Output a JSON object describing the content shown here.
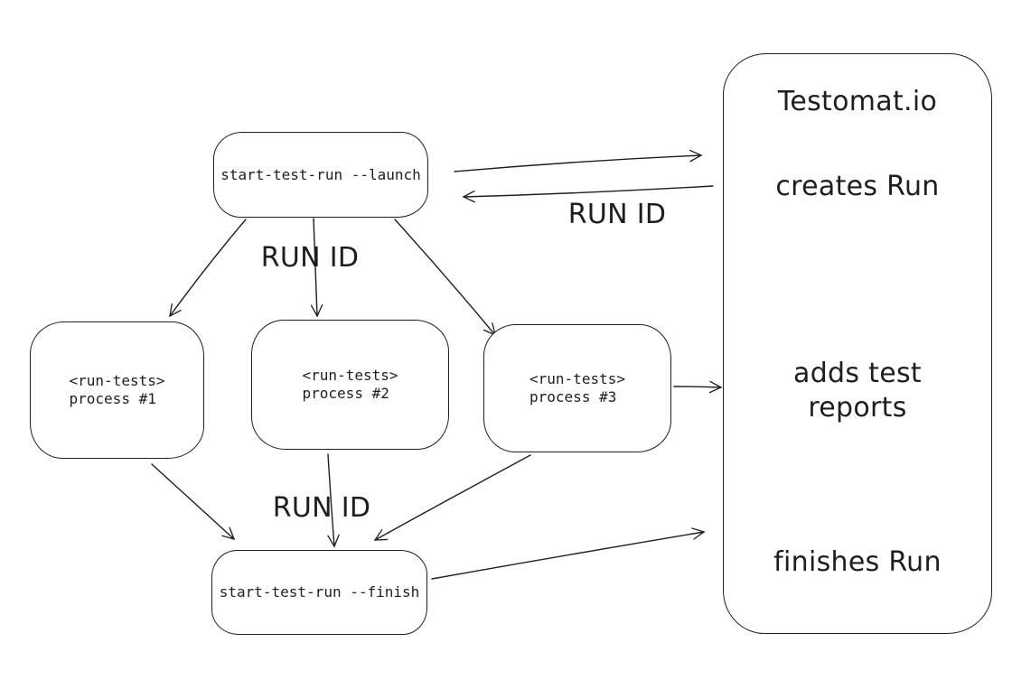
{
  "colors": {
    "background": "#ffffff",
    "stroke": "#1e1e1e"
  },
  "nodes": {
    "launch": {
      "label": "start-test-run --launch"
    },
    "process_1": {
      "label": "<run-tests>\nprocess #1"
    },
    "process_2": {
      "label": "<run-tests>\nprocess #2"
    },
    "process_3": {
      "label": "<run-tests>\nprocess #3"
    },
    "finish": {
      "label": "start-test-run --finish"
    },
    "testomat": {
      "title": "Testomat.io",
      "step_creates": "creates Run",
      "step_adds": "adds test\nreports",
      "step_finishes": "finishes Run"
    }
  },
  "edge_labels": {
    "run_id_api": "RUN ID",
    "run_id_fanout": "RUN ID",
    "run_id_collect": "RUN ID"
  }
}
